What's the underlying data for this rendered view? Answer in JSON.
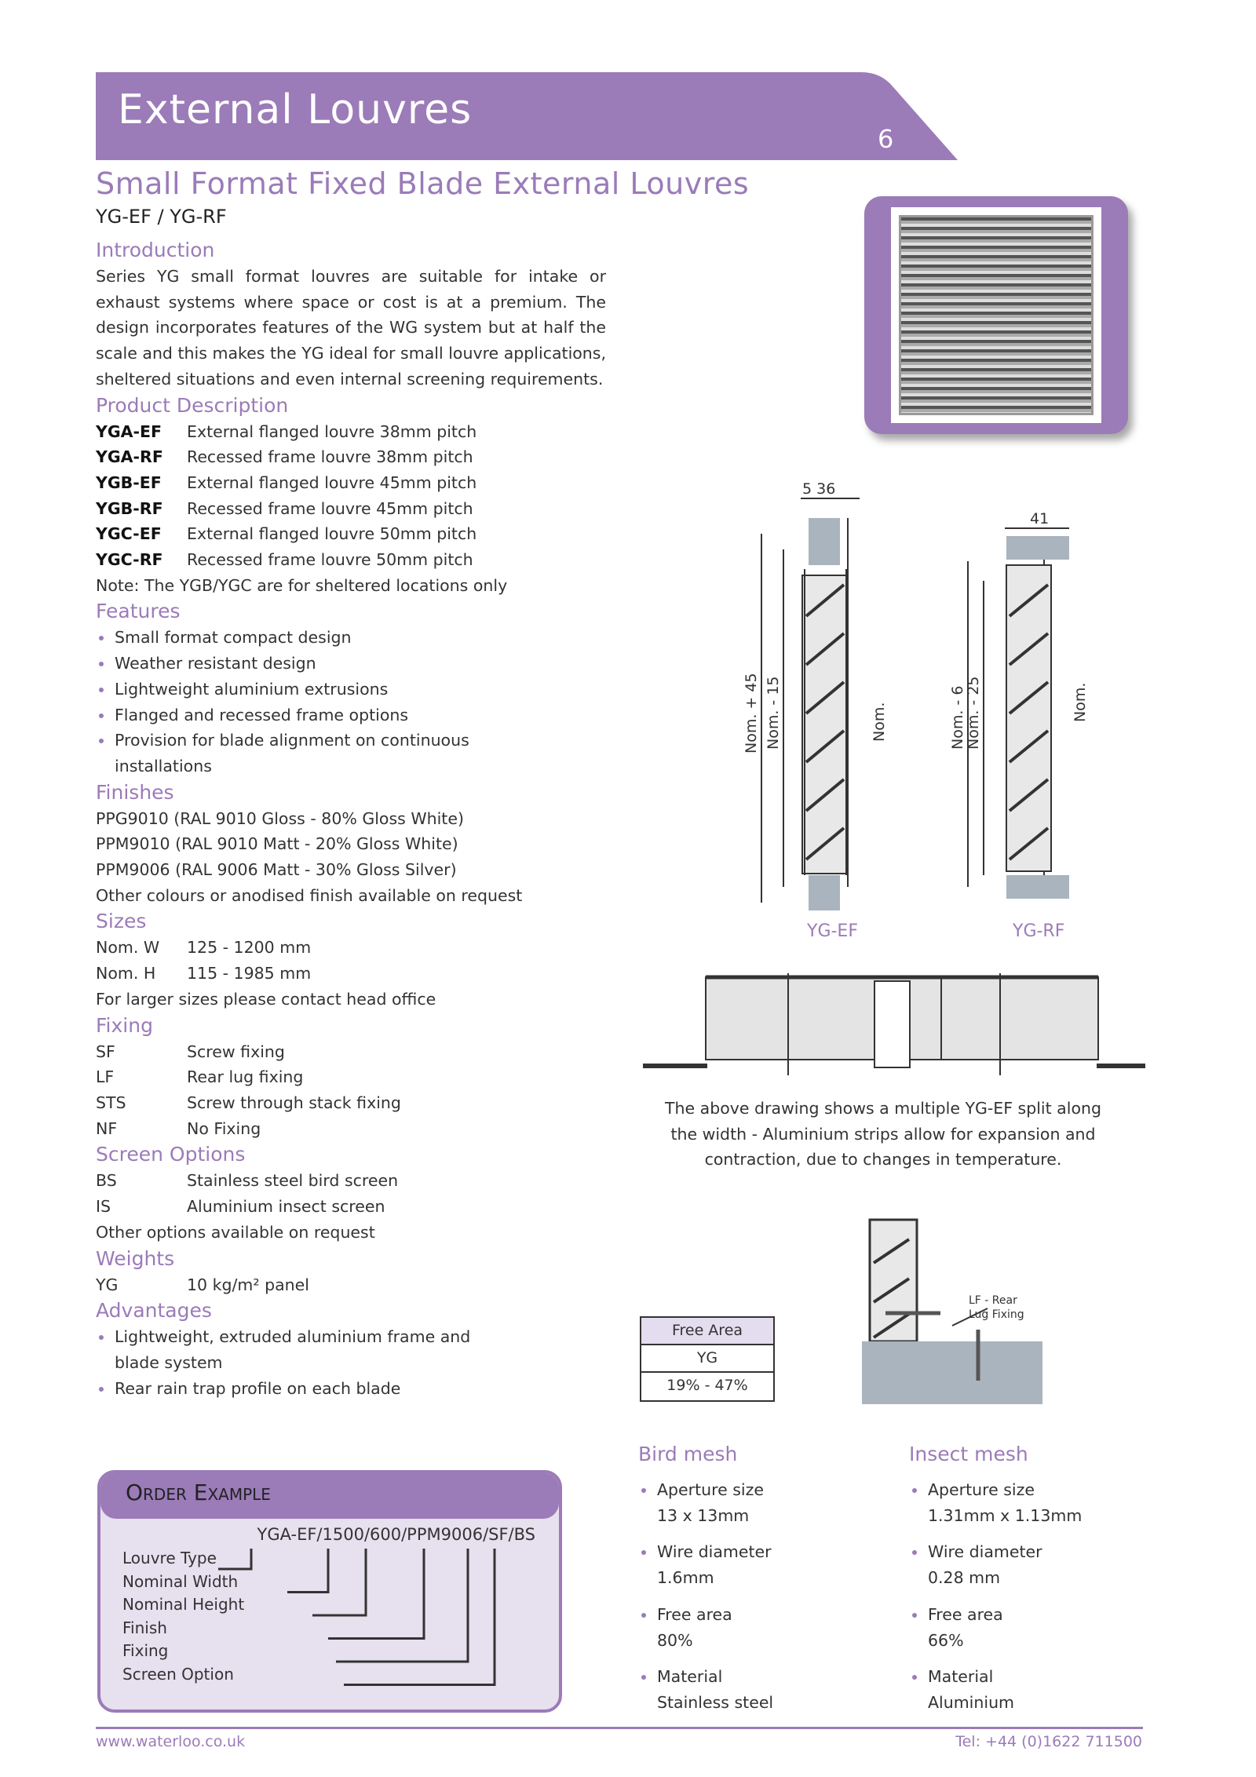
{
  "header": {
    "title": "External Louvres",
    "page_number": "6"
  },
  "subtitle": "Small Format Fixed Blade External Louvres",
  "models": "YG-EF / YG-RF",
  "introduction": {
    "heading": "Introduction",
    "text": "Series YG small format louvres are suitable for intake or exhaust systems where space or cost is at a premium. The design incorporates features of the WG system but at half the scale and this makes the YG ideal for small louvre applications, sheltered situations and even internal screening requirements."
  },
  "product_description": {
    "heading": "Product Description",
    "items": [
      {
        "code": "YGA-EF",
        "desc": "External flanged louvre 38mm pitch"
      },
      {
        "code": "YGA-RF",
        "desc": "Recessed frame louvre 38mm pitch"
      },
      {
        "code": "YGB-EF",
        "desc": "External flanged louvre 45mm pitch"
      },
      {
        "code": "YGB-RF",
        "desc": "Recessed frame louvre 45mm pitch"
      },
      {
        "code": "YGC-EF",
        "desc": "External flanged louvre 50mm pitch"
      },
      {
        "code": "YGC-RF",
        "desc": "Recessed frame louvre 50mm pitch"
      }
    ],
    "note": "Note: The YGB/YGC are for sheltered locations only"
  },
  "features": {
    "heading": "Features",
    "items": [
      "Small format compact design",
      "Weather resistant design",
      "Lightweight aluminium extrusions",
      "Flanged and recessed frame options",
      "Provision for blade alignment on continuous installations"
    ]
  },
  "finishes": {
    "heading": "Finishes",
    "items": [
      "PPG9010 (RAL 9010 Gloss - 80% Gloss White)",
      "PPM9010 (RAL 9010 Matt - 20% Gloss White)",
      "PPM9006 (RAL 9006 Matt - 30% Gloss Silver)",
      "Other colours or anodised finish available on request"
    ]
  },
  "sizes": {
    "heading": "Sizes",
    "rows": [
      {
        "k": "Nom. W",
        "v": "125 - 1200 mm"
      },
      {
        "k": "Nom. H",
        "v": "115 - 1985 mm"
      }
    ],
    "note": "For larger sizes please contact head office"
  },
  "fixing": {
    "heading": "Fixing",
    "rows": [
      {
        "k": "SF",
        "v": "Screw fixing"
      },
      {
        "k": "LF",
        "v": "Rear lug fixing"
      },
      {
        "k": "STS",
        "v": "Screw through stack fixing"
      },
      {
        "k": "NF",
        "v": "No Fixing"
      }
    ]
  },
  "screen_options": {
    "heading": "Screen Options",
    "rows": [
      {
        "k": "BS",
        "v": "Stainless steel bird screen"
      },
      {
        "k": "IS",
        "v": "Aluminium insect screen"
      }
    ],
    "note": "Other options available on request"
  },
  "weights": {
    "heading": "Weights",
    "rows": [
      {
        "k": "YG",
        "v": "10 kg/m² panel"
      }
    ]
  },
  "advantages": {
    "heading": "Advantages",
    "items": [
      "Lightweight, extruded aluminium frame and blade system",
      "Rear rain trap profile on each blade"
    ]
  },
  "drawings": {
    "ef": {
      "label": "YG-EF",
      "dim_top": "5  36",
      "dim1": "Nom. + 45",
      "dim2": "Nom. - 15",
      "dim3": "Nom."
    },
    "rf": {
      "label": "YG-RF",
      "dim_top": "41",
      "dim1": "Nom. - 6",
      "dim2": "Nom. - 25",
      "dim3": "Nom."
    },
    "lug_label_1": "LF - Rear",
    "lug_label_2": "Lug Fixing"
  },
  "caption": "The above drawing shows a multiple YG-EF split along the width - Aluminium strips allow for expansion and contraction, due to changes in temperature.",
  "free_area_table": {
    "header": "Free Area",
    "row1": "YG",
    "row2": "19% - 47%"
  },
  "bird_mesh": {
    "heading": "Bird mesh",
    "items": [
      {
        "label": "Aperture size",
        "value": "13 x 13mm"
      },
      {
        "label": "Wire diameter",
        "value": "1.6mm"
      },
      {
        "label": "Free area",
        "value": "80%"
      },
      {
        "label": "Material",
        "value": "Stainless steel"
      }
    ]
  },
  "insect_mesh": {
    "heading": "Insect mesh",
    "items": [
      {
        "label": "Aperture size",
        "value": "1.31mm x 1.13mm"
      },
      {
        "label": "Wire diameter",
        "value": "0.28 mm"
      },
      {
        "label": "Free area",
        "value": "66%"
      },
      {
        "label": "Material",
        "value": "Aluminium"
      }
    ]
  },
  "order_example": {
    "title": "Order Example",
    "code": "YGA-EF/1500/600/PPM9006/SF/BS",
    "labels": [
      "Louvre Type",
      "Nominal Width",
      "Nominal Height",
      "Finish",
      "Fixing",
      "Screen Option"
    ]
  },
  "footer": {
    "website": "www.waterloo.co.uk",
    "phone": "Tel:  +44 (0)1622 711500"
  },
  "colors": {
    "accent": "#9b7bb8",
    "light": "#e6e0ef"
  }
}
